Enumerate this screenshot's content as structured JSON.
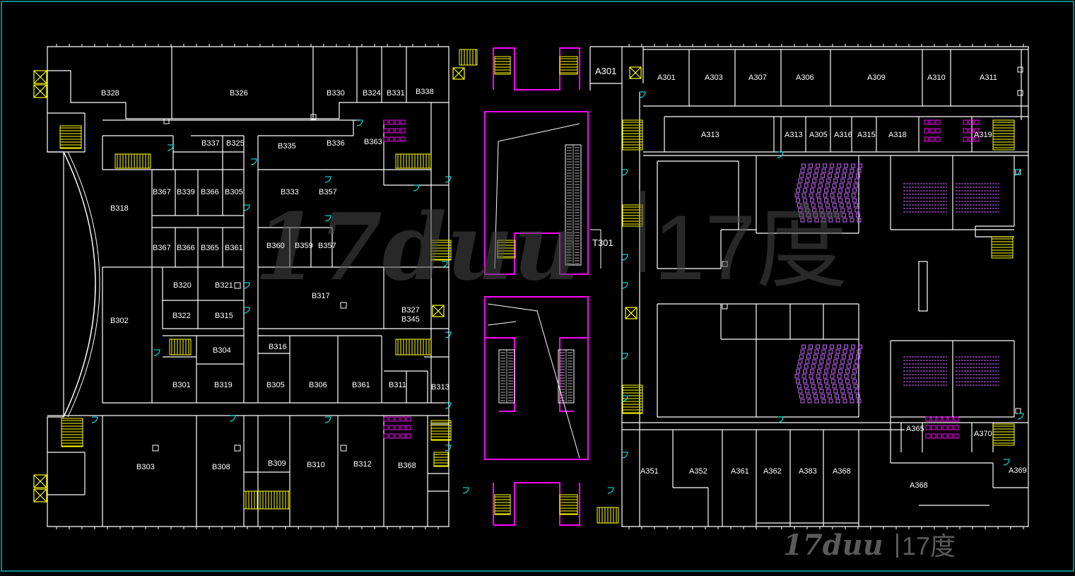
{
  "colors": {
    "background": "#000000",
    "wall": "#ffffff",
    "core": "#ff00ff",
    "stair": "#ffff00",
    "door": "#00ffff",
    "seat": "#cc66ff",
    "watermark": "#5a5a5a"
  },
  "watermark": {
    "latin": "17duu",
    "cjk": "17度"
  },
  "atrium": {
    "label": "T301"
  },
  "rooms_b": [
    {
      "label": "B328"
    },
    {
      "label": "B326"
    },
    {
      "label": "B330"
    },
    {
      "label": "B324"
    },
    {
      "label": "B331"
    },
    {
      "label": "B338"
    },
    {
      "label": "B337"
    },
    {
      "label": "B325"
    },
    {
      "label": "B335"
    },
    {
      "label": "B336"
    },
    {
      "label": "B363"
    },
    {
      "label": "B367"
    },
    {
      "label": "B339"
    },
    {
      "label": "B366"
    },
    {
      "label": "B305"
    },
    {
      "label": "B333"
    },
    {
      "label": "B357"
    },
    {
      "label": "B318"
    },
    {
      "label": "B367"
    },
    {
      "label": "B366"
    },
    {
      "label": "B365"
    },
    {
      "label": "B361"
    },
    {
      "label": "B360"
    },
    {
      "label": "B359"
    },
    {
      "label": "B357"
    },
    {
      "label": "B320"
    },
    {
      "label": "B321"
    },
    {
      "label": "B317"
    },
    {
      "label": "B327"
    },
    {
      "label": "B345"
    },
    {
      "label": "B322"
    },
    {
      "label": "B315"
    },
    {
      "label": "B302"
    },
    {
      "label": "B304"
    },
    {
      "label": "B316"
    },
    {
      "label": "B301"
    },
    {
      "label": "B319"
    },
    {
      "label": "B305"
    },
    {
      "label": "B306"
    },
    {
      "label": "B361"
    },
    {
      "label": "B311"
    },
    {
      "label": "B313"
    },
    {
      "label": "B303"
    },
    {
      "label": "B308"
    },
    {
      "label": "B309"
    },
    {
      "label": "B310"
    },
    {
      "label": "B312"
    },
    {
      "label": "B368"
    }
  ],
  "rooms_a": [
    {
      "label": "A301"
    },
    {
      "label": "A301"
    },
    {
      "label": "A303"
    },
    {
      "label": "A307"
    },
    {
      "label": "A306"
    },
    {
      "label": "A309"
    },
    {
      "label": "A310"
    },
    {
      "label": "A311"
    },
    {
      "label": "A313"
    },
    {
      "label": "A313"
    },
    {
      "label": "A305"
    },
    {
      "label": "A316"
    },
    {
      "label": "A315"
    },
    {
      "label": "A318"
    },
    {
      "label": "A319"
    },
    {
      "label": "A365"
    },
    {
      "label": "A370"
    },
    {
      "label": "A351"
    },
    {
      "label": "A352"
    },
    {
      "label": "A361"
    },
    {
      "label": "A362"
    },
    {
      "label": "A383"
    },
    {
      "label": "A368"
    },
    {
      "label": "A368"
    },
    {
      "label": "A369"
    }
  ]
}
